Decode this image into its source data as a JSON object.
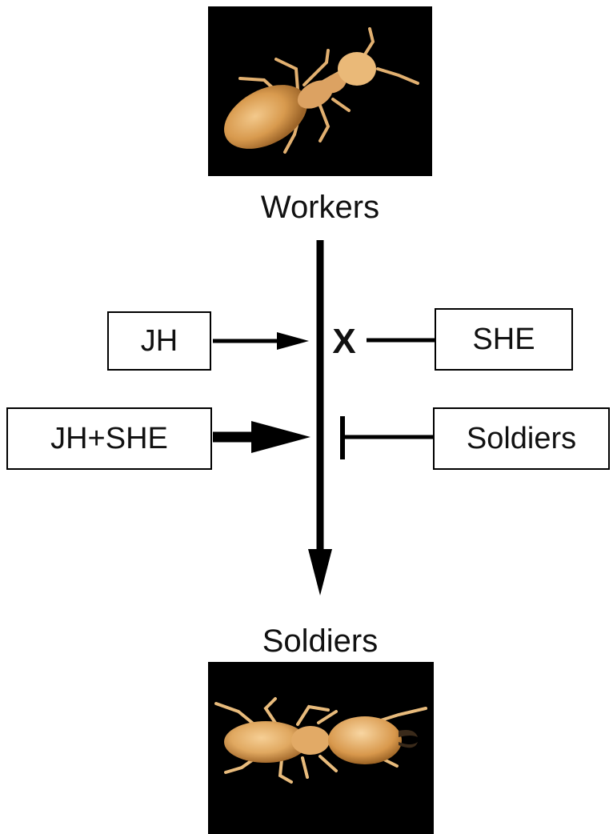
{
  "figure": {
    "top_caption": "Workers",
    "bottom_caption": "Soldiers",
    "block_mark": "X"
  },
  "boxes": {
    "jh": "JH",
    "she": "SHE",
    "jh_she": "JH+SHE",
    "soldiers": "Soldiers"
  },
  "colors": {
    "line": "#000000",
    "photo_background": "#000000",
    "worker_body": "#d89a4e",
    "soldier_body": "#e0a860",
    "soldier_mandibles": "#3a2a1a"
  }
}
